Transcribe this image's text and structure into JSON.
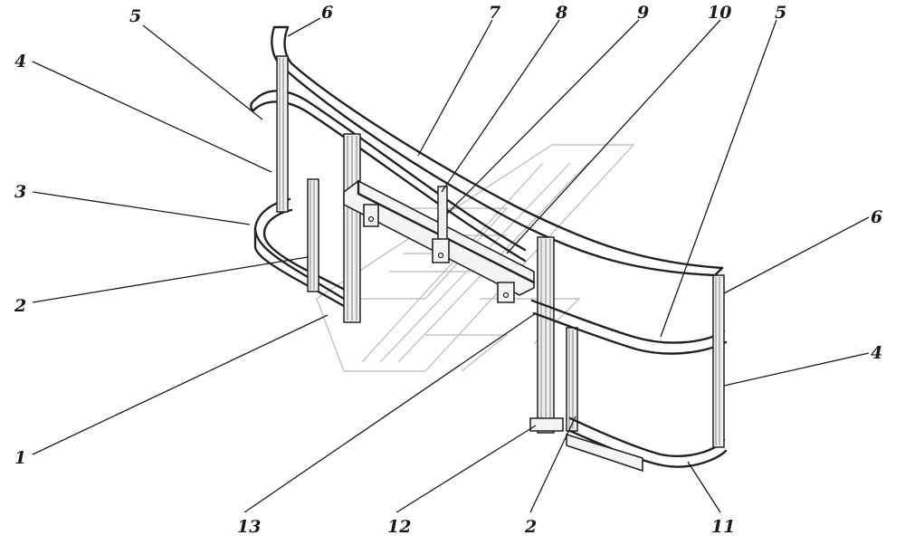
{
  "callouts": [
    {
      "id": "c5a",
      "label": "5"
    },
    {
      "id": "c6a",
      "label": "6"
    },
    {
      "id": "c7",
      "label": "7"
    },
    {
      "id": "c8",
      "label": "8"
    },
    {
      "id": "c9",
      "label": "9"
    },
    {
      "id": "c10",
      "label": "10"
    },
    {
      "id": "c5b",
      "label": "5"
    },
    {
      "id": "c4a",
      "label": "4"
    },
    {
      "id": "c3",
      "label": "3"
    },
    {
      "id": "c6b",
      "label": "6"
    },
    {
      "id": "c2a",
      "label": "2"
    },
    {
      "id": "c4b",
      "label": "4"
    },
    {
      "id": "c1",
      "label": "1"
    },
    {
      "id": "c13",
      "label": "13"
    },
    {
      "id": "c12",
      "label": "12"
    },
    {
      "id": "c2b",
      "label": "2"
    },
    {
      "id": "c11",
      "label": "11"
    }
  ]
}
